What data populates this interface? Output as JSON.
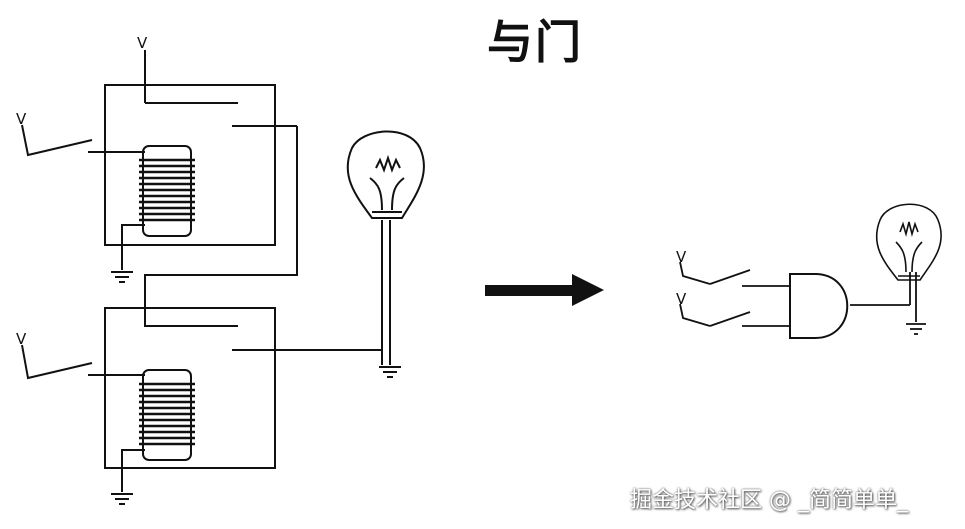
{
  "title": "与门",
  "watermark": "掘金技术社区 @ _简简单单_",
  "labels": {
    "voltage": "V"
  },
  "colors": {
    "line": "#111111",
    "background": "#ffffff"
  }
}
